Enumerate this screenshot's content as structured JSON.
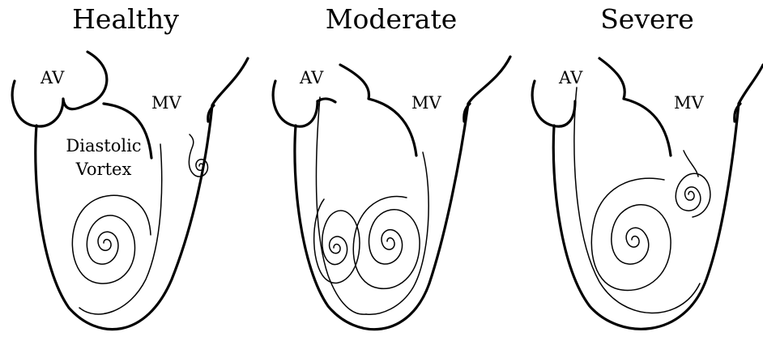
{
  "figure": {
    "panels": [
      {
        "title": "Healthy",
        "av_label": "AV",
        "mv_label": "MV",
        "vortex_label_line1": "Diastolic",
        "vortex_label_line2": "Vortex"
      },
      {
        "title": "Moderate",
        "av_label": "AV",
        "mv_label": "MV"
      },
      {
        "title": "Severe",
        "av_label": "AV",
        "mv_label": "MV"
      }
    ],
    "colors": {
      "ink": "#000000",
      "background": "#ffffff"
    }
  }
}
